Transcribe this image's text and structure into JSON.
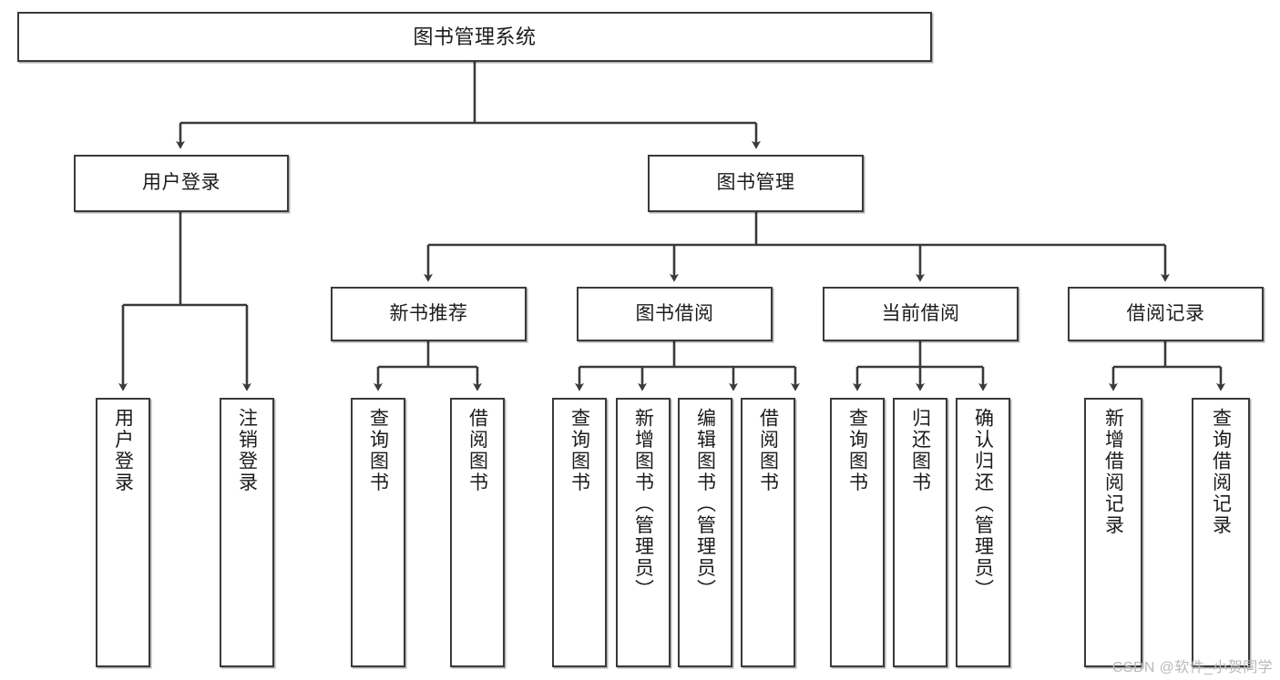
{
  "diagram": {
    "title": "图书管理系统",
    "watermark": "CSDN @软件_小贺同学",
    "stroke_color": "#3a3a3a",
    "text_color": "#1b1b1b",
    "background": "#ffffff"
  },
  "root": {
    "label": "图书管理系统"
  },
  "level1": [
    {
      "label": "用户登录"
    },
    {
      "label": "图书管理"
    }
  ],
  "level2": [
    {
      "label": "新书推荐"
    },
    {
      "label": "图书借阅"
    },
    {
      "label": "当前借阅"
    },
    {
      "label": "借阅记录"
    }
  ],
  "leaves": {
    "user_login": [
      {
        "label": "用户登录"
      },
      {
        "label": "注销登录"
      }
    ],
    "new_book": [
      {
        "label": "查询图书"
      },
      {
        "label": "借阅图书"
      }
    ],
    "book_borrow": [
      {
        "label": "查询图书"
      },
      {
        "label": "新增图书（管理员）"
      },
      {
        "label": "编辑图书（管理员）"
      },
      {
        "label": "借阅图书"
      }
    ],
    "current_borrow": [
      {
        "label": "查询图书"
      },
      {
        "label": "归还图书"
      },
      {
        "label": "确认归还（管理员）"
      }
    ],
    "borrow_record": [
      {
        "label": "新增借阅记录"
      },
      {
        "label": "查询借阅记录"
      }
    ]
  }
}
